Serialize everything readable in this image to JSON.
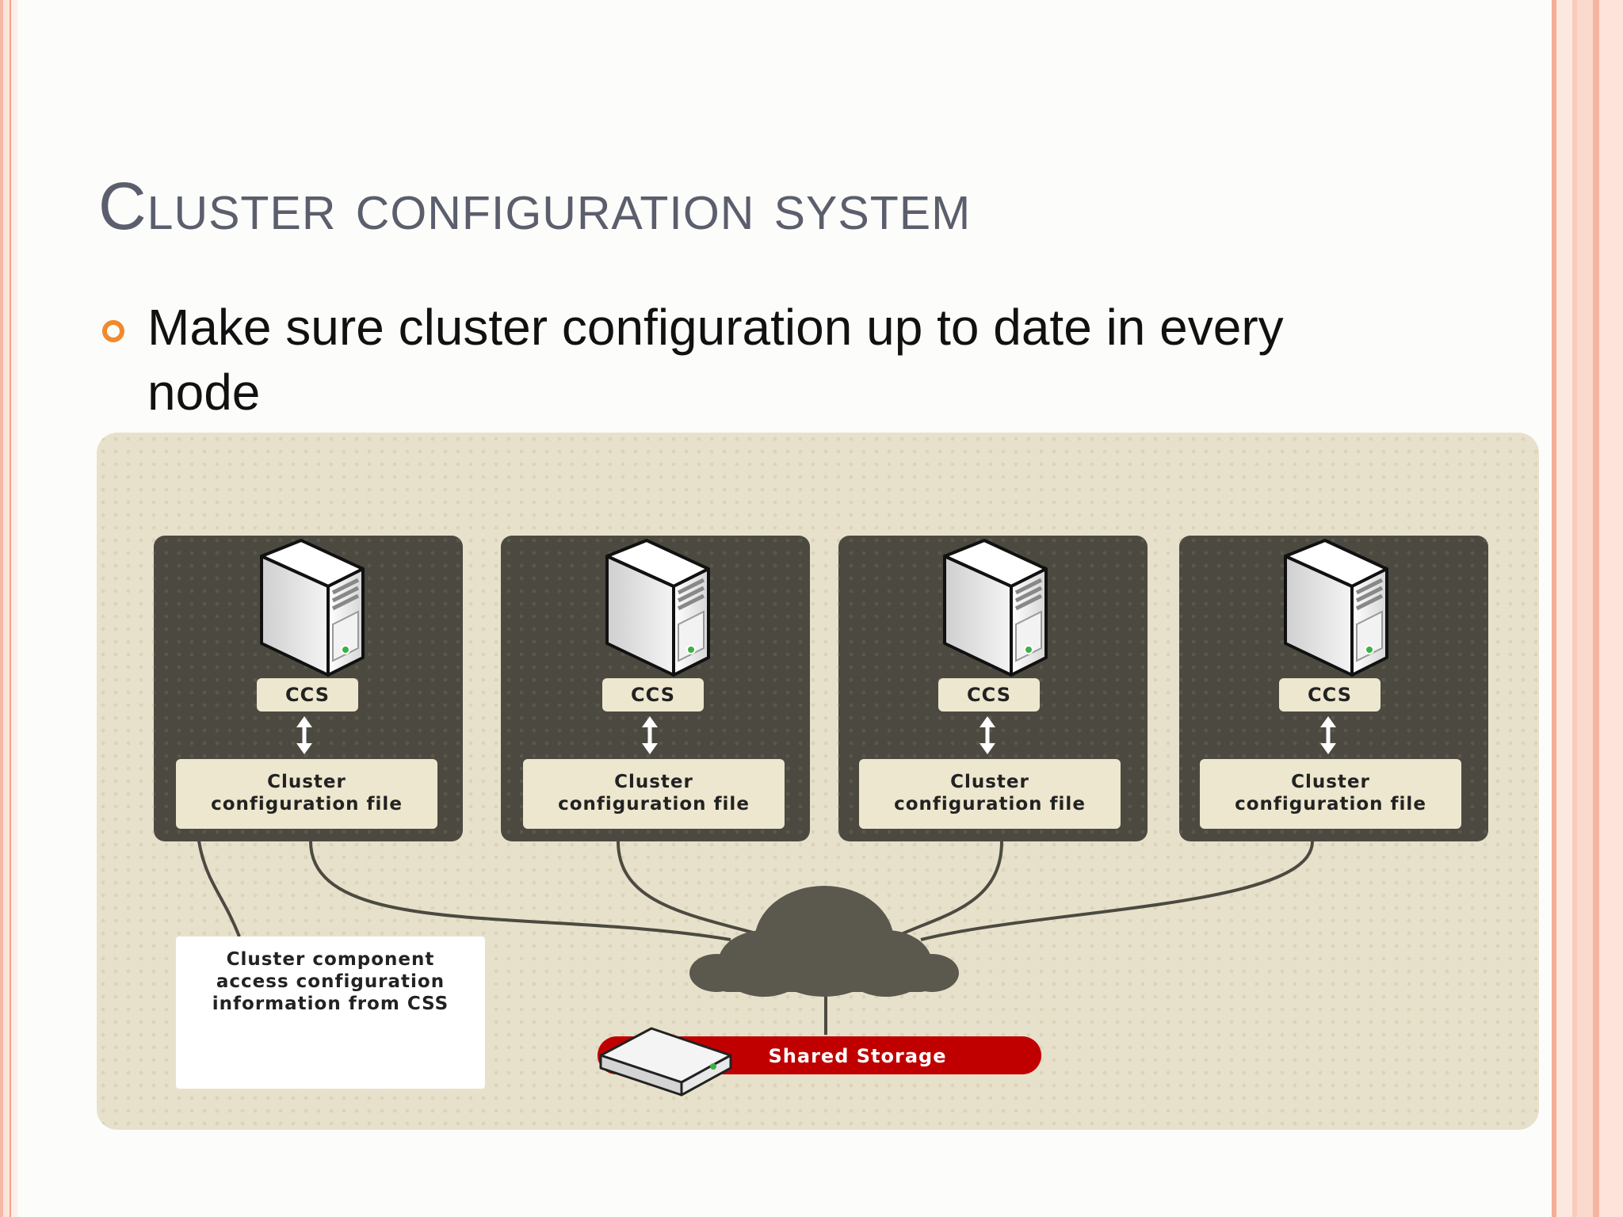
{
  "slide": {
    "title": "Cluster configuration system",
    "bullet": "Make sure cluster configuration up to date in every node"
  },
  "diagram": {
    "nodes": [
      {
        "ccs_label": "CCS",
        "file_label_line1": "Cluster",
        "file_label_line2": "configuration file"
      },
      {
        "ccs_label": "CCS",
        "file_label_line1": "Cluster",
        "file_label_line2": "configuration file"
      },
      {
        "ccs_label": "CCS",
        "file_label_line1": "Cluster",
        "file_label_line2": "configuration file"
      },
      {
        "ccs_label": "CCS",
        "file_label_line1": "Cluster",
        "file_label_line2": "configuration file"
      }
    ],
    "note": {
      "line1": "Cluster component",
      "line2": "access configuration",
      "line3": "information from CSS"
    },
    "storage_label": "Shared Storage",
    "colors": {
      "background": "#e7e1cc",
      "node_panel": "#4c4a40",
      "label_box": "#ede7cf",
      "storage": "#c00000",
      "cloud": "#5b594d",
      "bullet": "#f08a2c",
      "title": "#5b5e6c"
    },
    "icons": [
      "server-icon",
      "double-arrow-icon",
      "cloud-icon",
      "storage-drive-icon"
    ]
  }
}
